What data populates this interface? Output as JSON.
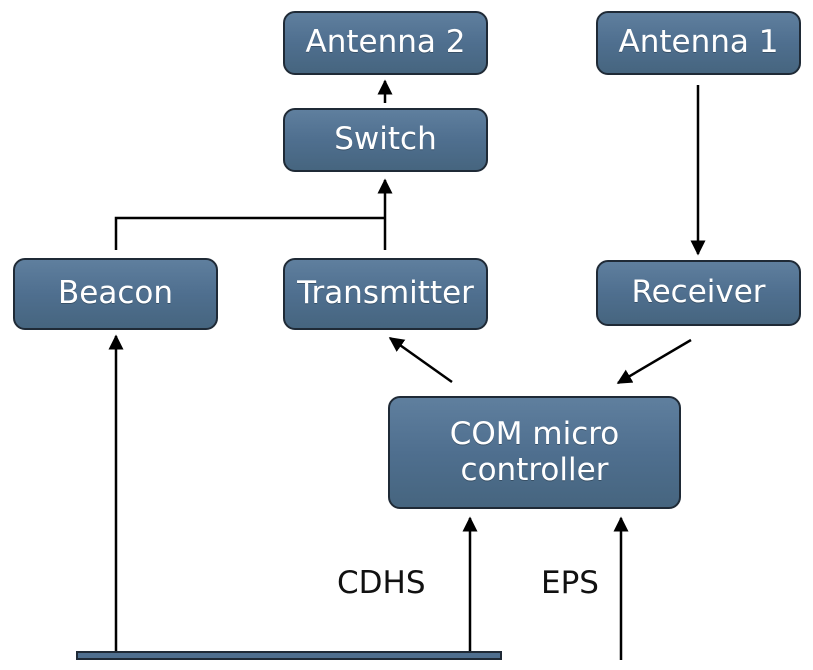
{
  "blocks": {
    "antenna2": "Antenna 2",
    "antenna1": "Antenna 1",
    "switch": "Switch",
    "beacon": "Beacon",
    "transmitter": "Transmitter",
    "receiver": "Receiver",
    "com_mc": "COM micro\ncontroller"
  },
  "labels": {
    "cdhs": "CDHS",
    "eps": "EPS"
  },
  "colors": {
    "block_fill": "#4f6f8f",
    "block_border": "#1f2a36",
    "line": "#000000"
  }
}
